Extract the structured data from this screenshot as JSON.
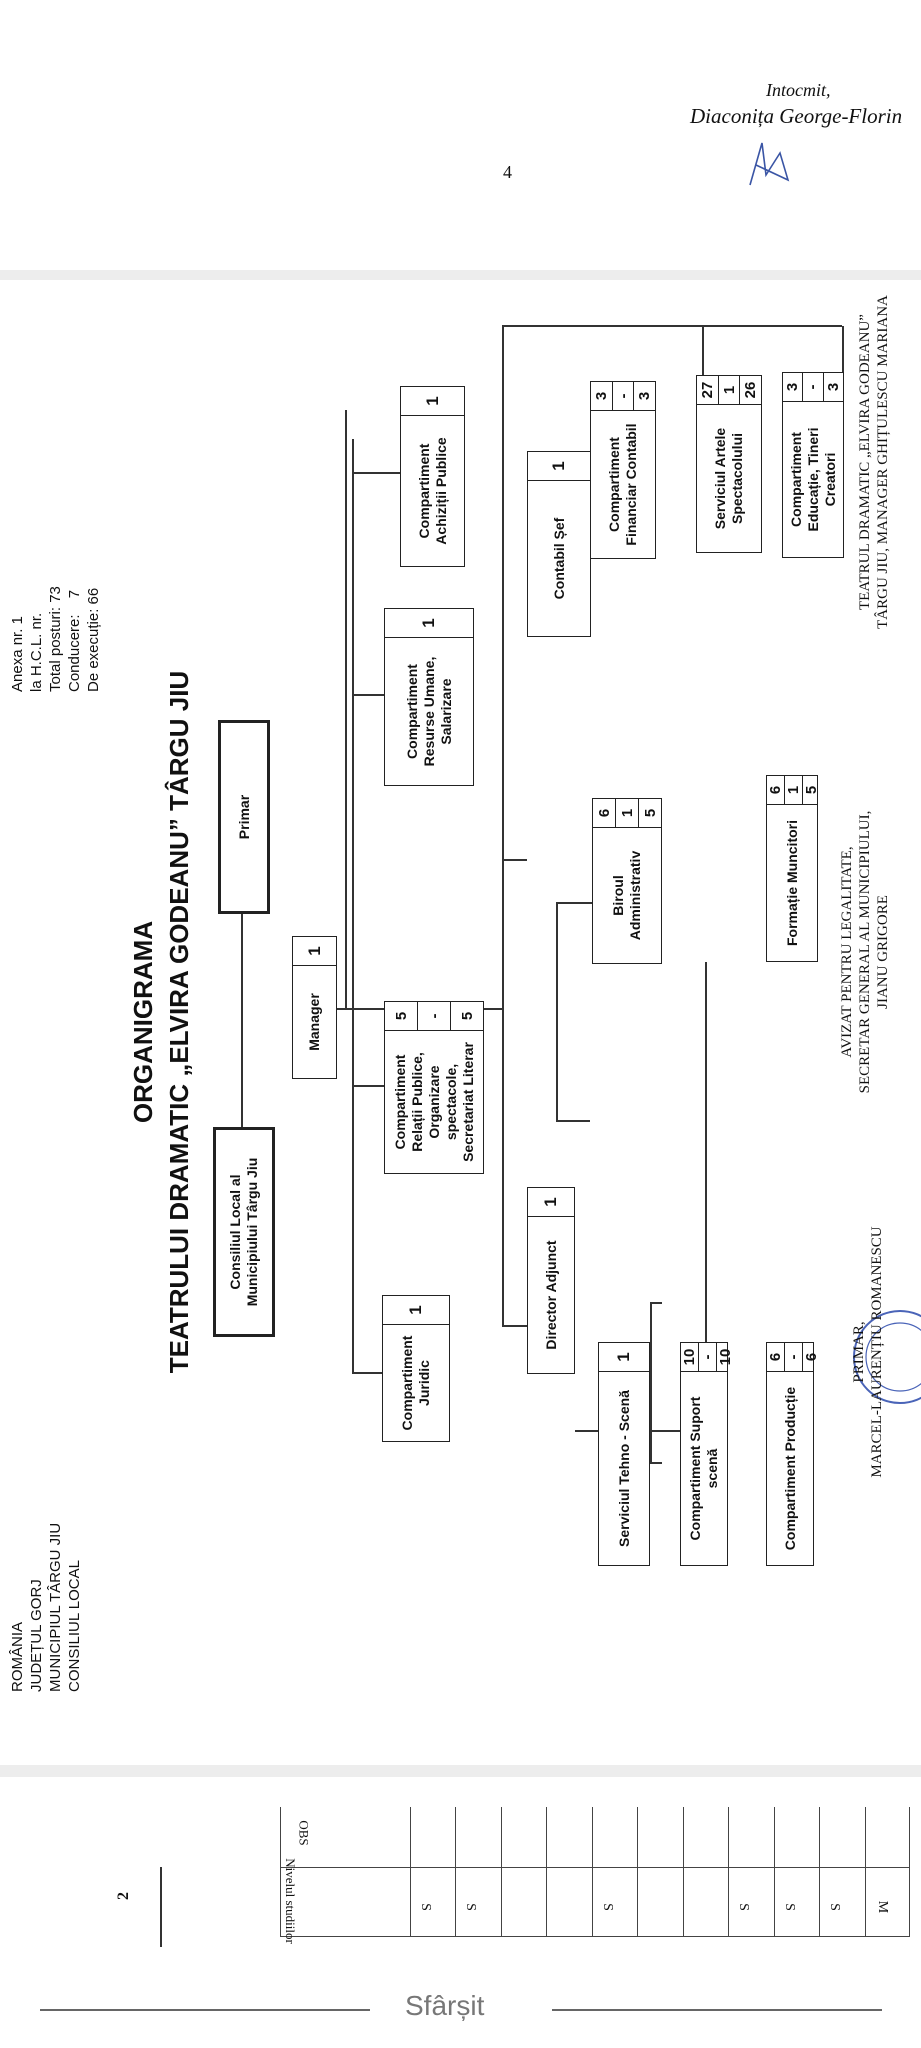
{
  "top_page": {
    "prepared_label": "Intocmit,",
    "prepared_name": "Diaconița George-Florin",
    "page_number": "4"
  },
  "chart_page": {
    "header_left": [
      "ROMÂNIA",
      "JUDEȚUL GORJ",
      "MUNICIPIUL TÂRGU JIU",
      "CONSILIUL LOCAL"
    ],
    "header_right": {
      "annex": "Anexa nr. 1",
      "hcl": "la H.C.L. nr.",
      "total_label": "Total posturi:",
      "total_value": "73",
      "lead_label": "Conducere:",
      "lead_value": "7",
      "exec_label": "De execuție:",
      "exec_value": "66"
    },
    "title1": "ORGANIGRAMA",
    "title2": "TEATRULUI DRAMATIC „ELVIRA GODEANU” TÂRGU JIU",
    "boxes": {
      "consiliu": "Consiliul Local al Municipiului Târgu Jiu",
      "primar": "Primar",
      "manager": {
        "label": "Manager",
        "n": "1"
      },
      "juridic": {
        "label": "Compartiment Juridic",
        "n": "1"
      },
      "relatii": {
        "label": "Compartiment Relații Publice, Organizare spectacole, Secretariat Literar",
        "c": [
          "5",
          "-",
          "5"
        ]
      },
      "resurse": {
        "label": "Compartiment Resurse Umane, Salarizare",
        "n": "1"
      },
      "achizitii": {
        "label": "Compartiment Achiziții Publice",
        "n": "1"
      },
      "director": {
        "label": "Director Adjunct",
        "n": "1"
      },
      "birou": {
        "label": "Biroul Administrativ",
        "c": [
          "6",
          "1",
          "5"
        ]
      },
      "contabil": {
        "label": "Contabil Șef",
        "n": "1"
      },
      "tehno": {
        "label": "Serviciul Tehno - Scenă",
        "n": "1"
      },
      "suport": {
        "label": "Compartiment Suport scenă",
        "c": [
          "10",
          "-",
          "10"
        ]
      },
      "productie": {
        "label": "Compartiment Producție",
        "c": [
          "6",
          "-",
          "6"
        ]
      },
      "muncitori": {
        "label": "Formație Muncitori",
        "c": [
          "6",
          "1",
          "5"
        ]
      },
      "financiar": {
        "label": "Compartiment Financiar Contabil",
        "c": [
          "3",
          "-",
          "3"
        ]
      },
      "artele": {
        "label": "Serviciul Artele Spectacolului",
        "c": [
          "27",
          "1",
          "26"
        ]
      },
      "educatie": {
        "label": "Compartiment Educație, Tineri Creatori",
        "c": [
          "3",
          "-",
          "3"
        ]
      }
    },
    "sign_left": [
      "PRIMAR,",
      "MARCEL-LAURENȚIU ROMANESCU"
    ],
    "sign_mid": [
      "AVIZAT PENTRU LEGALITATE,",
      "SECRETAR GENERAL AL MUNICIPIULUI,",
      "JIANU GRIGORE"
    ],
    "sign_right": [
      "TEATRUL DRAMATIC „ELVIRA GODEANU”",
      "TÂRGU JIU, MANAGER GHIȚULESCU MARIANA"
    ]
  },
  "bottom_page": {
    "page_number": "2",
    "col_nivel": "Nivelul studiilor",
    "col_obs": "OBS",
    "rows": [
      "S",
      "S",
      "",
      "",
      "S",
      "",
      "",
      "S",
      "S",
      "S",
      "M"
    ],
    "footer": "Sfârșit"
  }
}
